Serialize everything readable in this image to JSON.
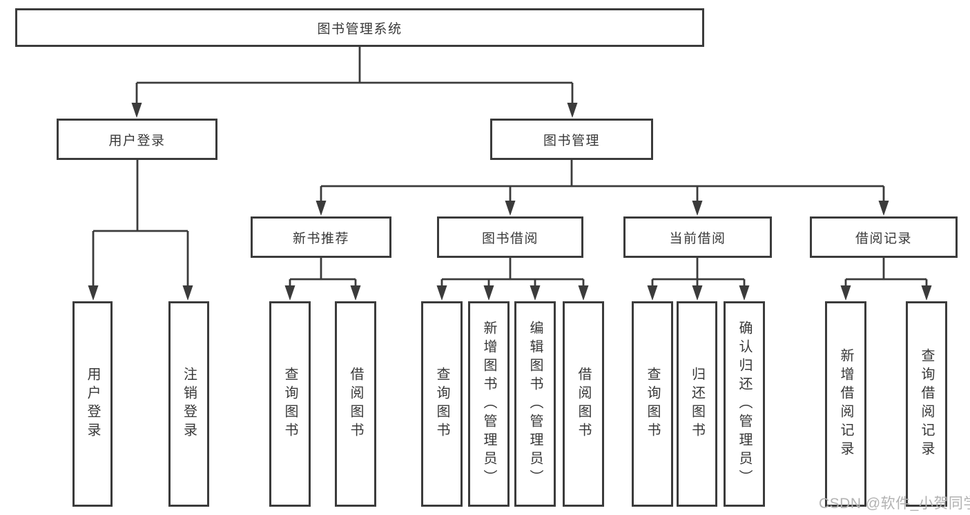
{
  "nodes": {
    "root": "图书管理系统",
    "user_login_branch": "用户登录",
    "book_mgmt_branch": "图书管理",
    "new_book_rec": "新书推荐",
    "book_borrow": "图书借阅",
    "current_borrow": "当前借阅",
    "borrow_records": "借阅记录",
    "leaf_user_login": "用户登录",
    "leaf_logout": "注销登录",
    "leaf_query_book_a": "查询图书",
    "leaf_borrow_book_a": "借阅图书",
    "leaf_query_book_b": "查询图书",
    "leaf_add_book_admin": "新增图书（管理员）",
    "leaf_edit_book_admin": "编辑图书（管理员）",
    "leaf_borrow_book_b": "借阅图书",
    "leaf_query_book_c": "查询图书",
    "leaf_return_book": "归还图书",
    "leaf_confirm_return_admin": "确认归还（管理员）",
    "leaf_add_borrow_record": "新增借阅记录",
    "leaf_query_borrow_record": "查询借阅记录"
  },
  "watermark": "CSDN @软件_小贺同学",
  "colors": {
    "line": "#3b3b3b",
    "text": "#383838",
    "watermark": "#b2b2b2",
    "background": "#ffffff"
  }
}
